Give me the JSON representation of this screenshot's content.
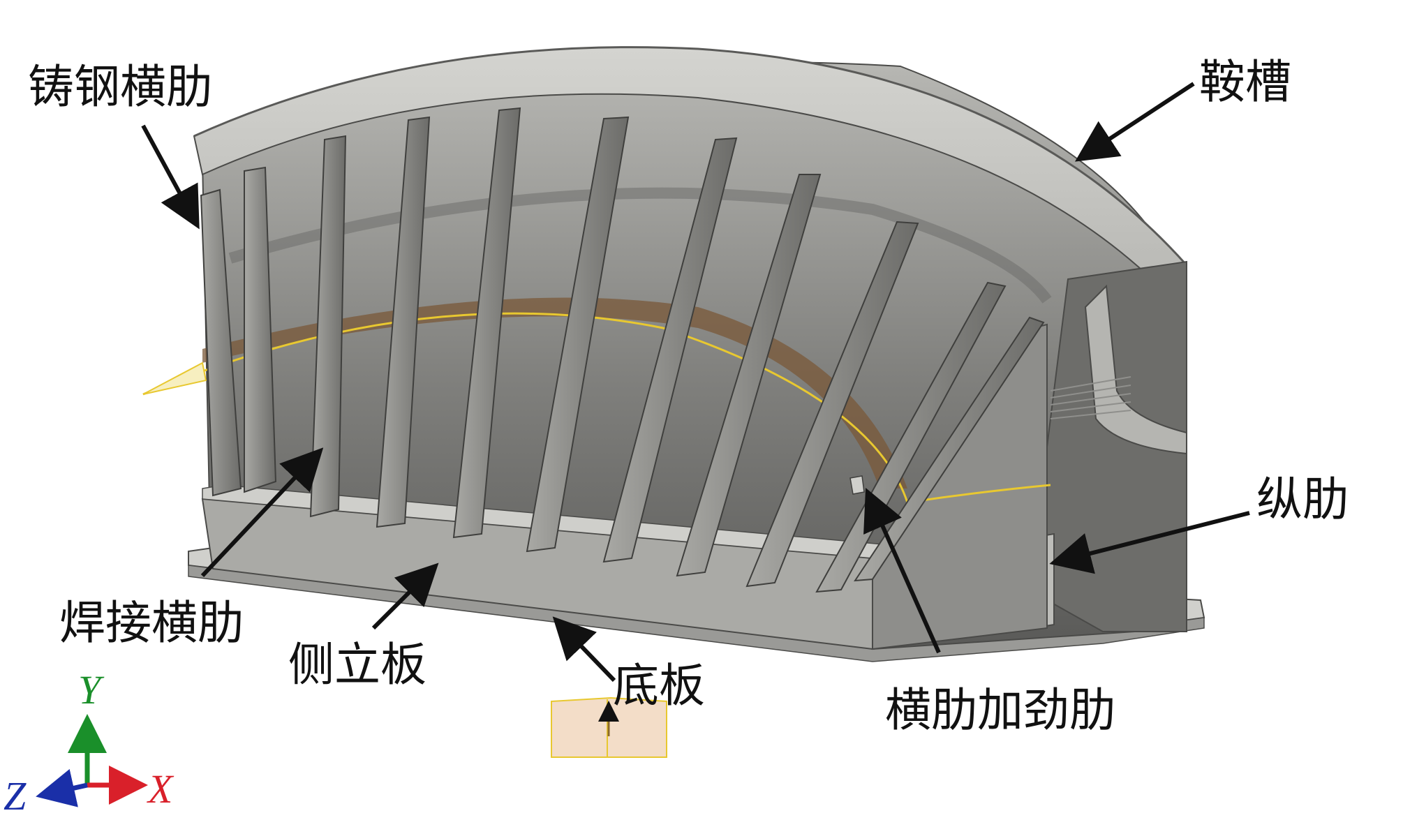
{
  "labels": {
    "cast_steel_rib": "铸钢横肋",
    "saddle_groove": "鞍槽",
    "longitudinal_rib": "纵肋",
    "welded_rib": "焊接横肋",
    "side_plate": "侧立板",
    "base_plate": "底板",
    "rib_stiffener": "横肋加劲肋"
  },
  "axes": {
    "x": "X",
    "y": "Y",
    "z": "Z",
    "colors": {
      "x": "#d9202a",
      "y": "#1a8f2a",
      "z": "#1a2fa8"
    }
  },
  "colors": {
    "body": "#8a8a88",
    "body_light": "#c8c8c4",
    "body_dark": "#5e5e5c",
    "section_band": "#7a5838",
    "highlight": "#e8c830",
    "arrow": "#111111"
  }
}
